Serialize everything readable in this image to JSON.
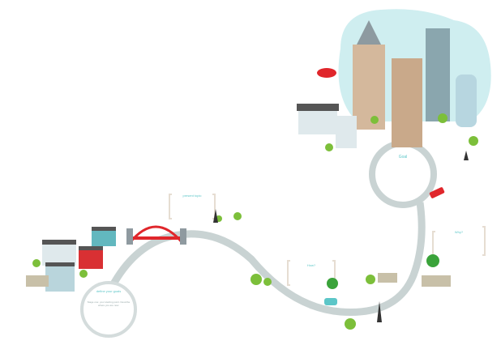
{
  "labels": {
    "start_title": "define your goals",
    "start_body": "Stage one: your starting point. Describe where you are now.",
    "topic1": "present topic",
    "topic2": "How?",
    "topic3": "Why?",
    "goal": "Goal"
  },
  "colors": {
    "road": "#c9d3d3",
    "accent": "#5cc6c8",
    "bridge": "#e0262b",
    "bracket": "#e6ddd2"
  }
}
